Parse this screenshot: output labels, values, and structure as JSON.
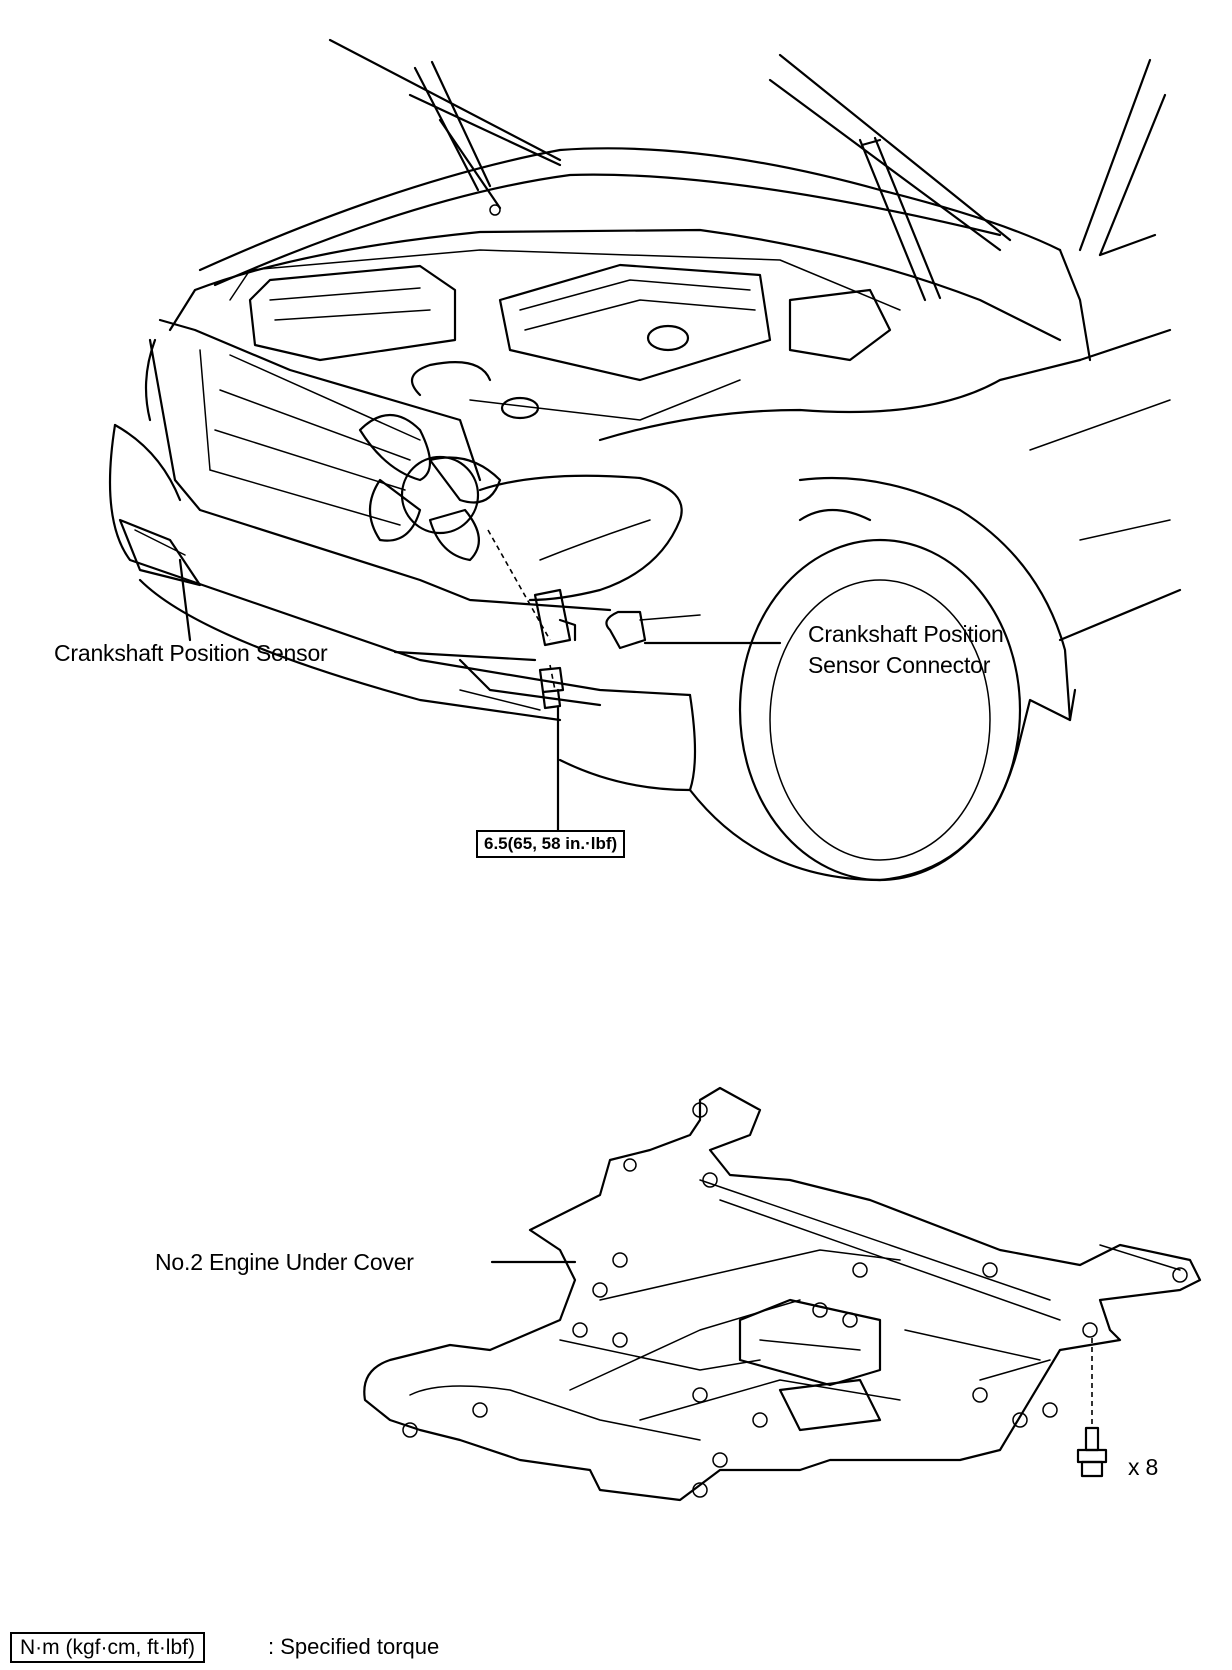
{
  "labels": {
    "crankshaft_sensor": "Crankshaft Position Sensor",
    "connector_line1": "Crankshaft Position",
    "connector_line2": "Sensor Connector",
    "under_cover": "No.2 Engine Under Cover",
    "bolt_count": "x 8"
  },
  "torque": {
    "value": "6.5(65, 58 in.·lbf)"
  },
  "legend": {
    "unit": "N·m (kgf·cm, ft·lbf)",
    "description": ": Specified torque"
  }
}
